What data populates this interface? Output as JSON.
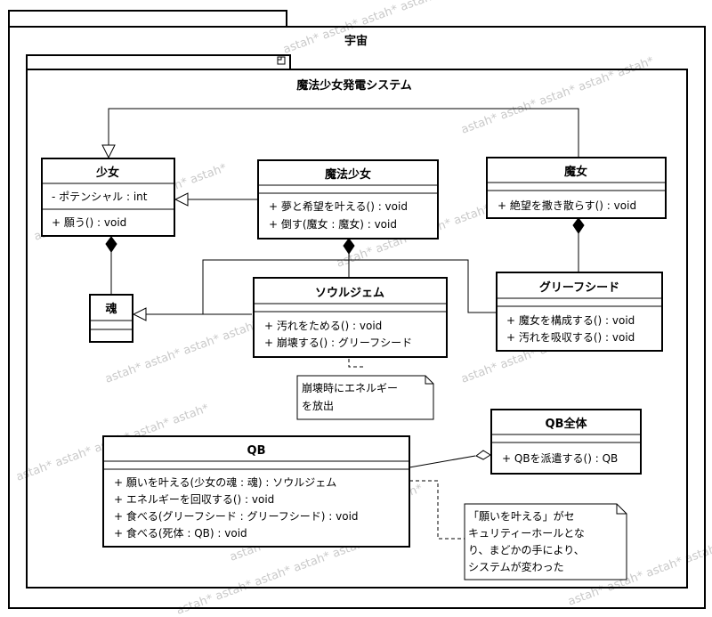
{
  "diagram": {
    "outer_package": "宇宙",
    "inner_package": "魔法少女発電システム",
    "package_icon": "package-icon",
    "watermark": "astah* astah* astah* astah* astah*"
  },
  "classes": {
    "shoujo": {
      "name": "少女",
      "attributes": [
        "- ポテンシャル : int"
      ],
      "operations": [
        "+ 願う() : void"
      ]
    },
    "mahou_shoujo": {
      "name": "魔法少女",
      "attributes": [],
      "operations": [
        "+ 夢と希望を叶える() : void",
        "+ 倒す(魔女 : 魔女) : void"
      ]
    },
    "majo": {
      "name": "魔女",
      "attributes": [],
      "operations": [
        "+ 絶望を撒き散らす() : void"
      ]
    },
    "tamashii": {
      "name": "魂",
      "attributes": [],
      "operations": []
    },
    "soul_gem": {
      "name": "ソウルジェム",
      "attributes": [],
      "operations": [
        "+ 汚れをためる() : void",
        "+ 崩壊する() : グリーフシード"
      ]
    },
    "grief_seed": {
      "name": "グリーフシード",
      "attributes": [],
      "operations": [
        "+ 魔女を構成する() : void",
        "+ 汚れを吸収する() : void"
      ]
    },
    "qb_zentai": {
      "name": "QB全体",
      "attributes": [],
      "operations": [
        "+ QBを派遣する() : QB"
      ]
    },
    "qb": {
      "name": "QB",
      "attributes": [],
      "operations": [
        "+ 願いを叶える(少女の魂 : 魂) : ソウルジェム",
        "+ エネルギーを回収する() : void",
        "+ 食べる(グリーフシード : グリーフシード) : void",
        "+ 食べる(死体 : QB) : void"
      ]
    }
  },
  "notes": {
    "collapse": [
      "崩壊時にエネルギー",
      "を放出"
    ],
    "wish": [
      "「願いを叶える」がセ",
      "キュリティーホールとな",
      "り、まどかの手により、",
      "システムが変わった"
    ]
  }
}
